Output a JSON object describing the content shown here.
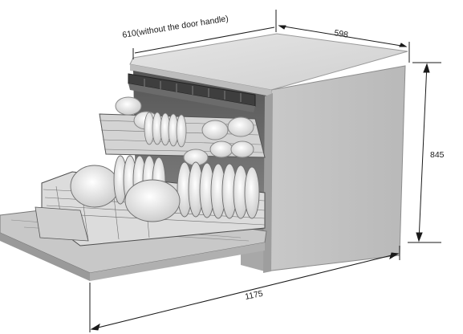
{
  "dimensions": {
    "depth_label": "610(without the door handle)",
    "width_label": "598",
    "height_label": "845",
    "open_depth_label": "1175"
  }
}
